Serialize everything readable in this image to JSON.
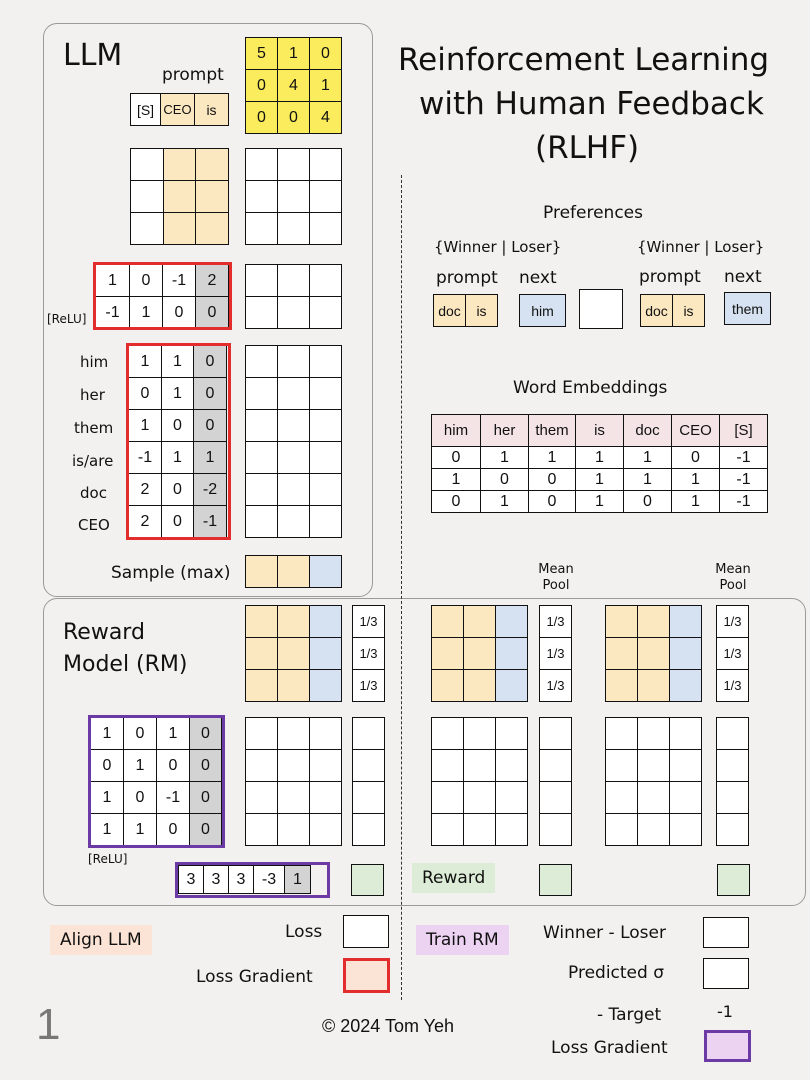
{
  "title": {
    "line1": "Reinforcement Learning",
    "line2": "with Human Feedback",
    "line3": "(RLHF)"
  },
  "llm": {
    "label": "LLM",
    "prompt_label": "prompt",
    "prompt_tokens": [
      "[S]",
      "CEO",
      "is"
    ],
    "attention_matrix": [
      [
        "5",
        "1",
        "0"
      ],
      [
        "0",
        "4",
        "1"
      ],
      [
        "0",
        "0",
        "4"
      ]
    ],
    "ffn_weights": [
      [
        "1",
        "0",
        "-1",
        "2"
      ],
      [
        "-1",
        "1",
        "0",
        "0"
      ]
    ],
    "relu_label": "[ReLU]",
    "vocab": [
      "him",
      "her",
      "them",
      "is/are",
      "doc",
      "CEO"
    ],
    "unembed_weights": [
      [
        "1",
        "1",
        "0"
      ],
      [
        "0",
        "1",
        "0"
      ],
      [
        "1",
        "0",
        "0"
      ],
      [
        "-1",
        "1",
        "1"
      ],
      [
        "2",
        "0",
        "-2"
      ],
      [
        "2",
        "0",
        "-1"
      ]
    ],
    "sample_label": "Sample (max)"
  },
  "preferences": {
    "title": "Preferences",
    "header": "{Winner | Loser}",
    "prompt_label": "prompt",
    "next_label": "next",
    "winner_prompt": [
      "doc",
      "is"
    ],
    "winner_next": "him",
    "loser_prompt": [
      "doc",
      "is"
    ],
    "loser_next": "them"
  },
  "embeddings": {
    "title": "Word Embeddings",
    "headers": [
      "him",
      "her",
      "them",
      "is",
      "doc",
      "CEO",
      "[S]"
    ],
    "rows": [
      [
        "0",
        "1",
        "1",
        "1",
        "1",
        "0",
        "-1"
      ],
      [
        "1",
        "0",
        "0",
        "1",
        "1",
        "1",
        "-1"
      ],
      [
        "0",
        "1",
        "0",
        "1",
        "0",
        "1",
        "-1"
      ]
    ]
  },
  "reward_model": {
    "label_line1": "Reward",
    "label_line2": "Model (RM)",
    "mean_pool_label": "Mean Pool",
    "mean_pool_values": [
      "1/3",
      "1/3",
      "1/3"
    ],
    "weights": [
      [
        "1",
        "0",
        "1",
        "0"
      ],
      [
        "0",
        "1",
        "0",
        "0"
      ],
      [
        "1",
        "0",
        "-1",
        "0"
      ],
      [
        "1",
        "1",
        "0",
        "0"
      ]
    ],
    "relu_label": "[ReLU]",
    "output_weights": [
      "3",
      "3",
      "3",
      "-3",
      "1"
    ],
    "reward_label": "Reward"
  },
  "bottom": {
    "align_llm": "Align LLM",
    "loss": "Loss",
    "loss_gradient": "Loss Gradient",
    "train_rm": "Train RM",
    "winner_loser": "Winner - Loser",
    "predicted_sigma": "Predicted σ",
    "minus_target": "- Target",
    "target_value": "-1",
    "loss_gradient_rm": "Loss Gradient",
    "copyright": "©  2024 Tom Yeh",
    "page_number": "1"
  },
  "colors": {
    "yellow": "#fbec5d",
    "peach": "#fbe8c0",
    "blue": "#d6e2f1",
    "red": "#e32c2c",
    "purple": "#6b3aa5",
    "green": "#ddecd6",
    "pink": "#f4e4e6"
  }
}
